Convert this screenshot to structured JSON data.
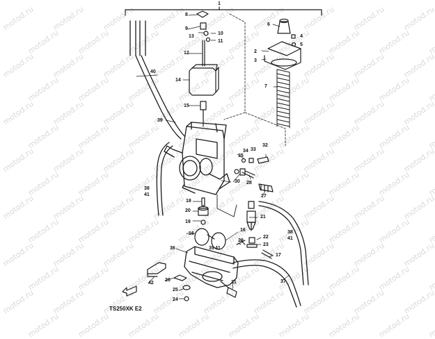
{
  "watermark_text": "motod.ru",
  "model_code": "TS250XK E2",
  "callouts": [
    "1",
    "2",
    "3",
    "4",
    "5",
    "6",
    "7",
    "8",
    "9",
    "10",
    "11",
    "12",
    "13",
    "14",
    "15",
    "16",
    "16",
    "17",
    "18",
    "19",
    "20",
    "21",
    "22",
    "23",
    "24",
    "25",
    "26",
    "27",
    "28",
    "29",
    "30",
    "31",
    "32",
    "33",
    "34",
    "35",
    "36",
    "37",
    "38",
    "39",
    "40",
    "41",
    "38",
    "41",
    "39",
    "41",
    "42"
  ],
  "colors": {
    "line": "#1a1a1a",
    "watermark": "#d9d9d9",
    "background": "#ffffff"
  }
}
